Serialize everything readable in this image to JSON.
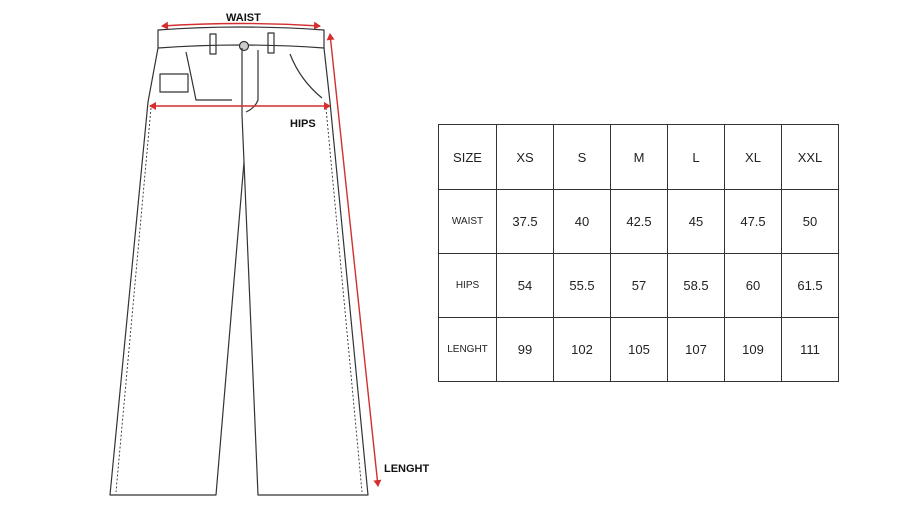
{
  "diagram": {
    "labels": {
      "waist": "WAIST",
      "hips": "HIPS",
      "length": "LENGHT"
    },
    "colors": {
      "measure_line": "#d32f2f",
      "outline": "#333333"
    }
  },
  "size_table": {
    "header": [
      "SIZE",
      "XS",
      "S",
      "M",
      "L",
      "XL",
      "XXL"
    ],
    "rows": [
      {
        "label": "WAIST",
        "values": [
          "37.5",
          "40",
          "42.5",
          "45",
          "47.5",
          "50"
        ]
      },
      {
        "label": "HIPS",
        "values": [
          "54",
          "55.5",
          "57",
          "58.5",
          "60",
          "61.5"
        ]
      },
      {
        "label": "LENGHT",
        "values": [
          "99",
          "102",
          "105",
          "107",
          "109",
          "111"
        ]
      }
    ]
  }
}
